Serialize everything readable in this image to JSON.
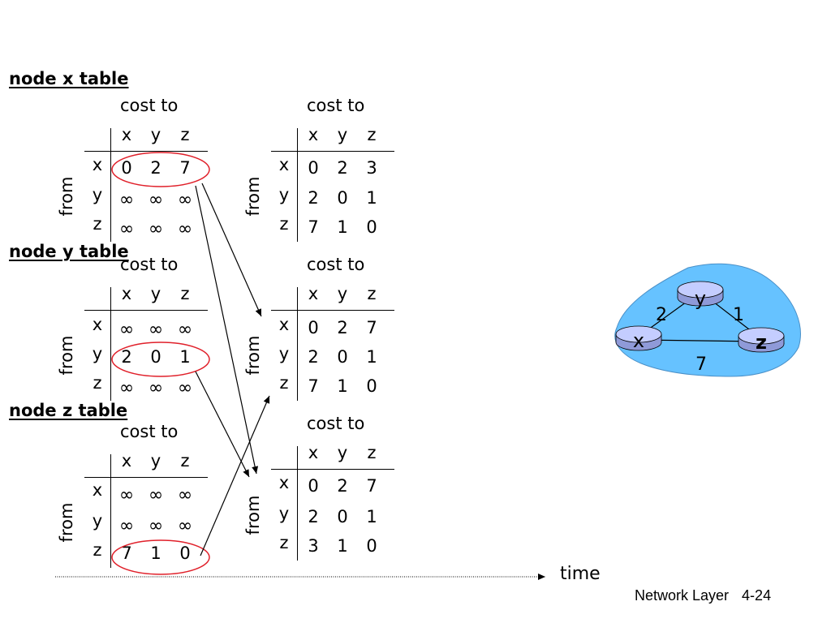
{
  "sections": [
    {
      "title": "node x table"
    },
    {
      "title": "node y table"
    },
    {
      "title": "node z table"
    }
  ],
  "tables": [
    {
      "cost_to": "cost to",
      "from": "from",
      "cols": [
        "x",
        "y",
        "z"
      ],
      "rows": [
        "x",
        "y",
        "z"
      ],
      "cells": [
        [
          "0",
          "2",
          "7"
        ],
        [
          "∞",
          "∞",
          "∞"
        ],
        [
          "∞",
          "∞",
          "∞"
        ]
      ]
    },
    {
      "cost_to": "cost to",
      "from": "from",
      "cols": [
        "x",
        "y",
        "z"
      ],
      "rows": [
        "x",
        "y",
        "z"
      ],
      "cells": [
        [
          "0",
          "2",
          "3"
        ],
        [
          "2",
          "0",
          "1"
        ],
        [
          "7",
          "1",
          "0"
        ]
      ]
    },
    {
      "cost_to": "cost to",
      "from": "from",
      "cols": [
        "x",
        "y",
        "z"
      ],
      "rows": [
        "x",
        "y",
        "z"
      ],
      "cells": [
        [
          "∞",
          "∞",
          "∞"
        ],
        [
          "2",
          "0",
          "1"
        ],
        [
          "∞",
          "∞",
          "∞"
        ]
      ]
    },
    {
      "cost_to": "cost to",
      "from": "from",
      "cols": [
        "x",
        "y",
        "z"
      ],
      "rows": [
        "x",
        "y",
        "z"
      ],
      "cells": [
        [
          "0",
          "2",
          "7"
        ],
        [
          "2",
          "0",
          "1"
        ],
        [
          "7",
          "1",
          "0"
        ]
      ]
    },
    {
      "cost_to": "cost to",
      "from": "from",
      "cols": [
        "x",
        "y",
        "z"
      ],
      "rows": [
        "x",
        "y",
        "z"
      ],
      "cells": [
        [
          "∞",
          "∞",
          "∞"
        ],
        [
          "∞",
          "∞",
          "∞"
        ],
        [
          "7",
          "1",
          "0"
        ]
      ]
    },
    {
      "cost_to": "cost to",
      "from": "from",
      "cols": [
        "x",
        "y",
        "z"
      ],
      "rows": [
        "x",
        "y",
        "z"
      ],
      "cells": [
        [
          "0",
          "2",
          "7"
        ],
        [
          "2",
          "0",
          "1"
        ],
        [
          "3",
          "1",
          "0"
        ]
      ]
    }
  ],
  "network": {
    "nodes": [
      "x",
      "y",
      "z"
    ],
    "edges": [
      {
        "from": "x",
        "to": "y",
        "cost": "2"
      },
      {
        "from": "y",
        "to": "z",
        "cost": "1"
      },
      {
        "from": "x",
        "to": "z",
        "cost": "7"
      }
    ],
    "cloud_color": "#66c2ff",
    "router_color": "#b9c6ff"
  },
  "time_label": "time",
  "footer": {
    "chapter": "Network Layer",
    "page": "4-24"
  }
}
